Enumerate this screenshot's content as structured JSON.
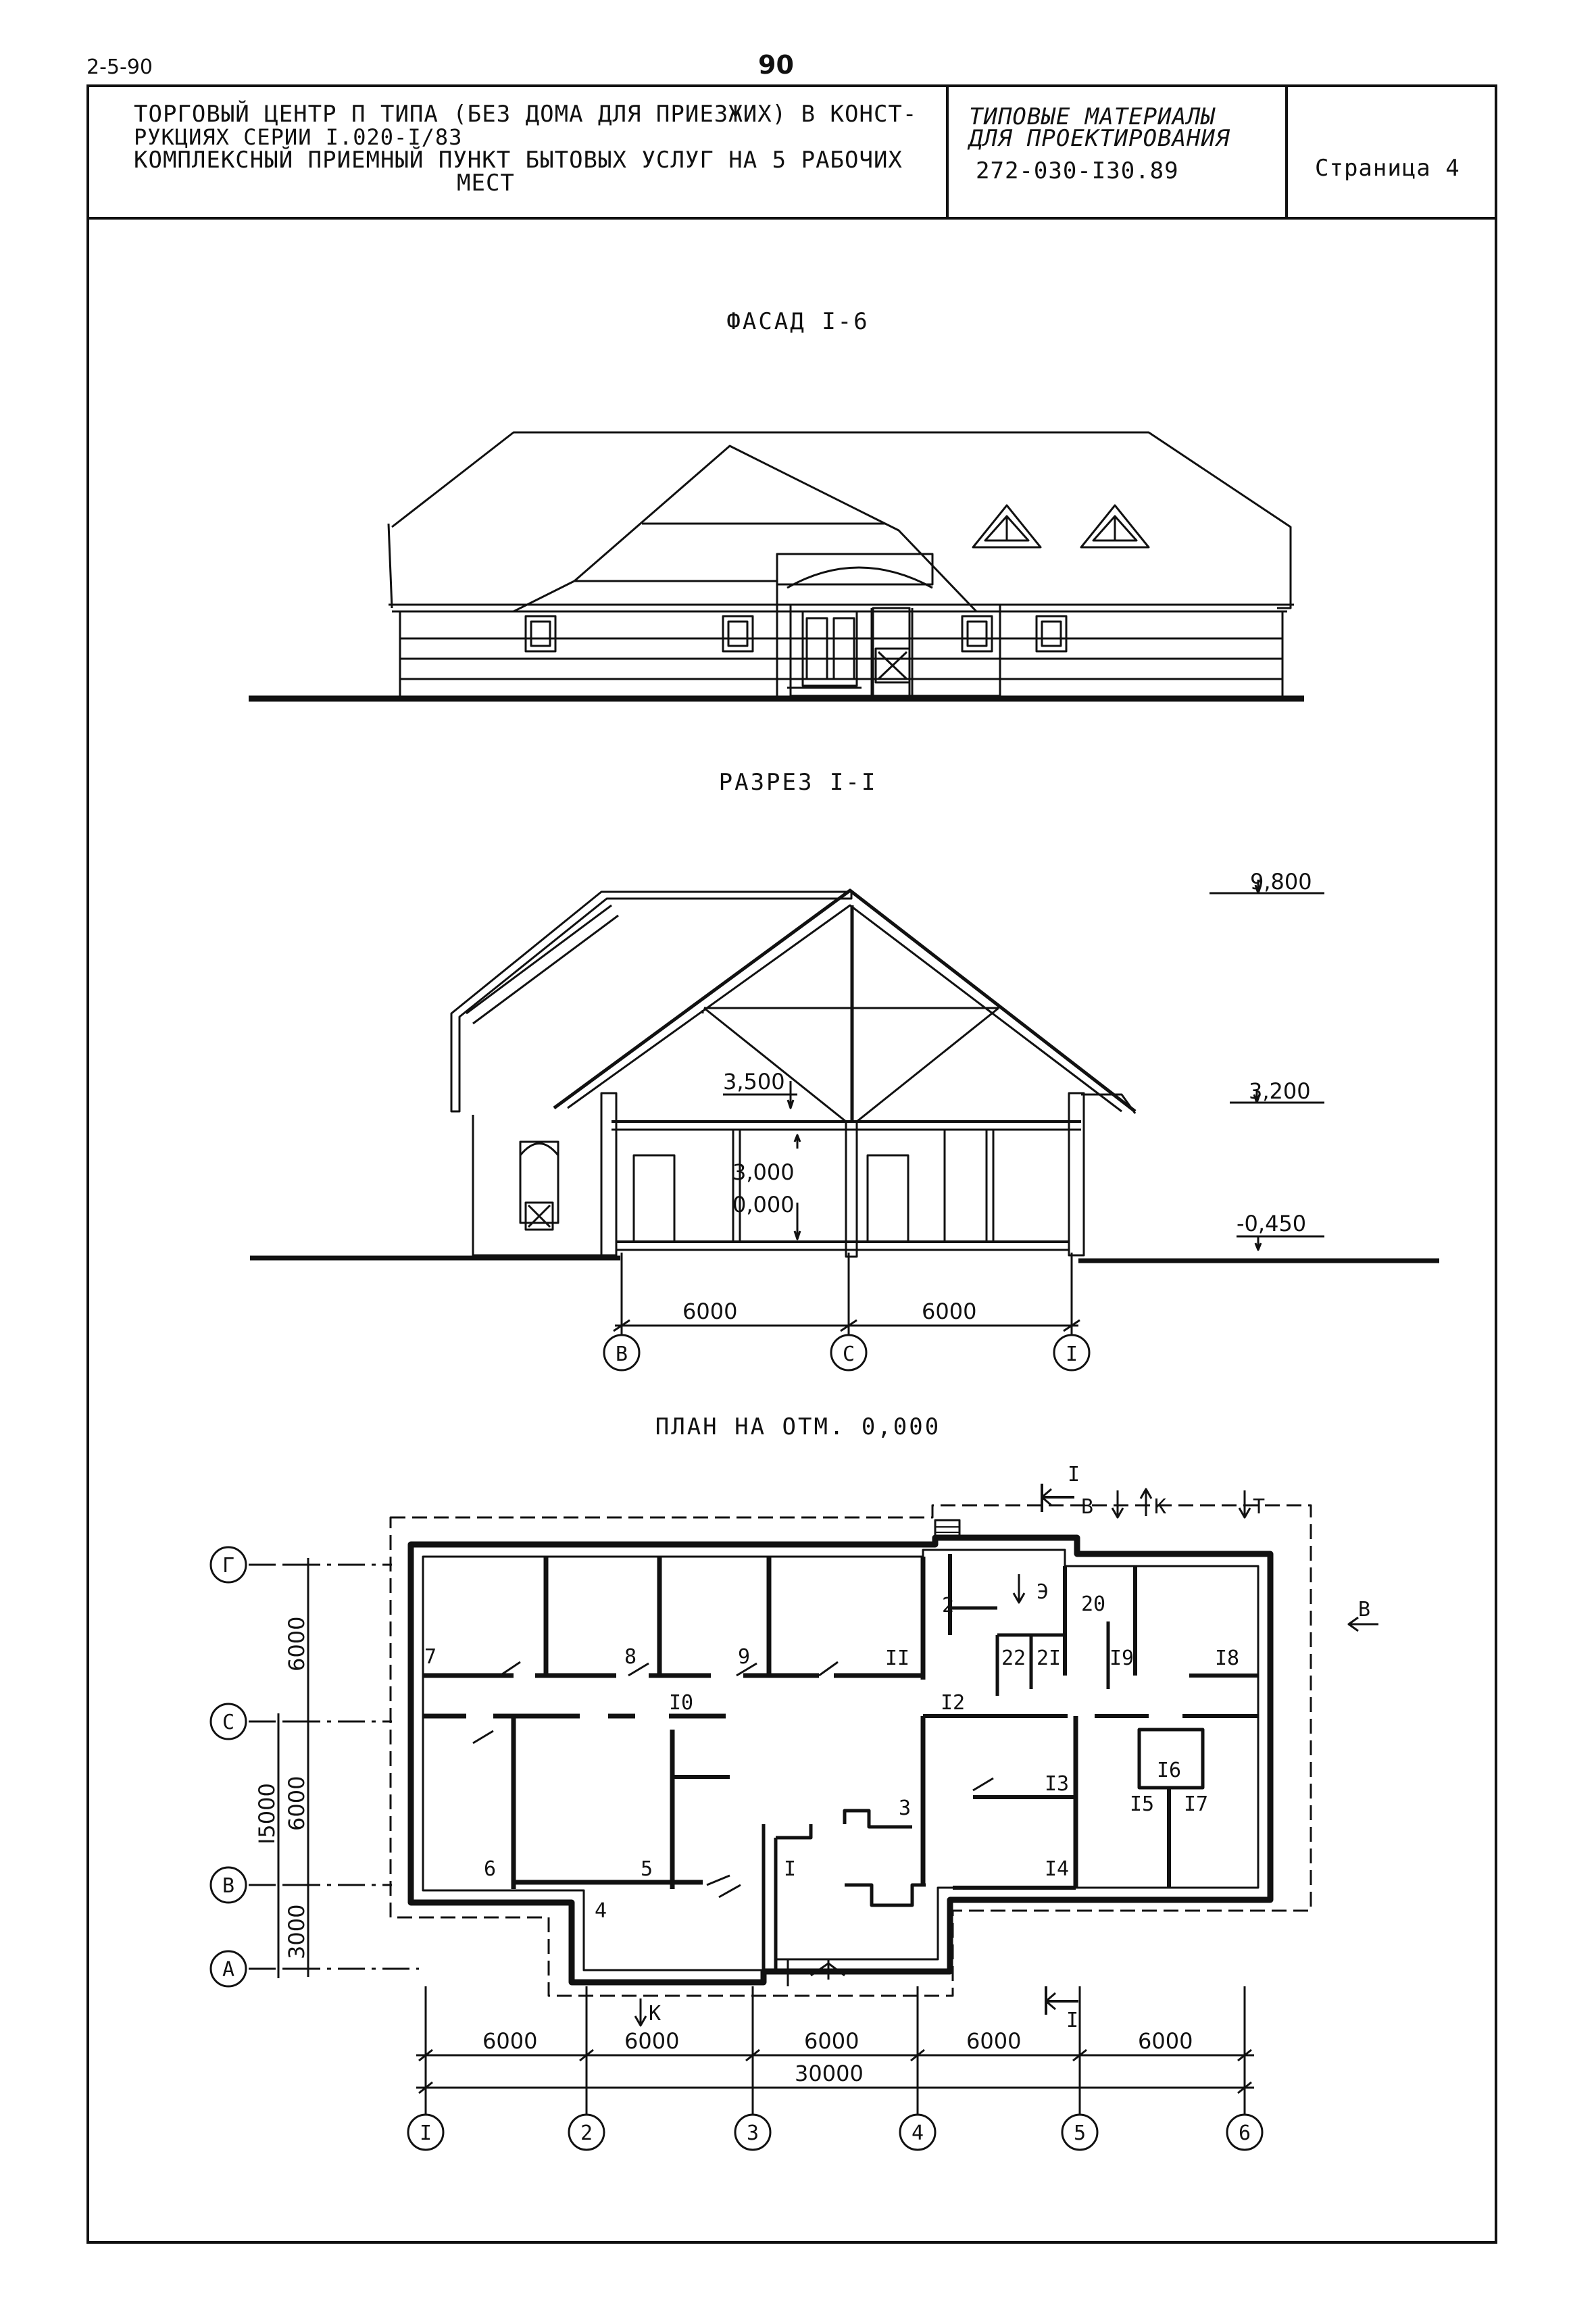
{
  "sheet": {
    "page_number": "90",
    "corner_code": "2-5-90"
  },
  "title_block": {
    "project_line1": "ТОРГОВЫЙ ЦЕНТР П ТИПА (БЕЗ ДОМА ДЛЯ ПРИЕЗЖИХ) В КОНСТ-",
    "project_line2": "РУКЦИЯХ   СЕРИИ I.020-I/83",
    "project_line3": "КОМПЛЕКСНЫЙ ПРИЕМНЫЙ ПУНКТ БЫТОВЫХ УСЛУГ НА 5 РАБОЧИХ",
    "project_line4": "МЕСТ",
    "series_line1": "ТИПОВЫЕ  МАТЕРИАЛЫ",
    "series_line2": "ДЛЯ ПРОЕКТИРОВАНИЯ",
    "doc_number": "272-030-I30.89",
    "page_label": "Страница 4"
  },
  "facade": {
    "title": "ФАСАД I-6"
  },
  "section": {
    "title": "РАЗРЕЗ I-I",
    "levels": [
      "9,800",
      "3,200",
      "-0,450",
      "3,500",
      "3,000",
      "0,000"
    ],
    "dims": [
      "6000",
      "6000"
    ],
    "axes": [
      "В",
      "С",
      "I"
    ]
  },
  "plan": {
    "title": "ПЛАН НА ОТМ. 0,000",
    "row_axes": [
      "Г",
      "С",
      "В",
      "А"
    ],
    "col_axes": [
      "I",
      "2",
      "3",
      "4",
      "5",
      "6"
    ],
    "vertical_dims": [
      "6000",
      "6000",
      "3000",
      "I5000"
    ],
    "horizontal_dims": [
      "6000",
      "6000",
      "6000",
      "6000",
      "6000"
    ],
    "total_dim": "30000",
    "section_marks": [
      "I",
      "I"
    ],
    "arrows": [
      "В",
      "К",
      "Т",
      "К",
      "В",
      "Э"
    ],
    "rooms": [
      "I",
      "2",
      "3",
      "4",
      "5",
      "6",
      "7",
      "8",
      "9",
      "I0",
      "II",
      "I2",
      "I3",
      "I4",
      "I5",
      "I6",
      "I7",
      "I8",
      "I9",
      "20",
      "2I",
      "22"
    ]
  }
}
